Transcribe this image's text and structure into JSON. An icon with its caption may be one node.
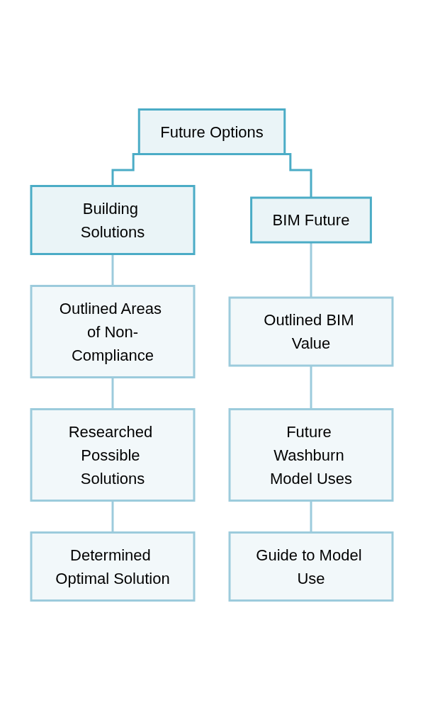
{
  "diagram": {
    "nodes": [
      {
        "text": [
          "Future Options"
        ]
      },
      {
        "text": [
          "Building Solutions"
        ]
      },
      {
        "text": [
          "BIM Future"
        ]
      },
      {
        "text": [
          "Outlined Areas of Non-Compliance"
        ]
      },
      {
        "text": [
          "Researched Possible Solutions"
        ]
      },
      {
        "text": [
          "Determined Optimal Solution"
        ]
      },
      {
        "text": [
          "Outlined BIM Value"
        ]
      },
      {
        "text": [
          "Future Washburn Model Uses"
        ]
      },
      {
        "text": [
          "Guide to Model Use"
        ]
      }
    ],
    "edges": [
      {
        "from": 0,
        "to": 1,
        "arrow": "none",
        "color": "#4bacc6"
      },
      {
        "from": 0,
        "to": 2,
        "arrow": "none",
        "color": "#4bacc6"
      },
      {
        "from": 1,
        "to": 3,
        "arrow": "none"
      },
      {
        "from": 3,
        "to": 4,
        "arrow": "none"
      },
      {
        "from": 4,
        "to": 5,
        "arrow": "none"
      },
      {
        "from": 2,
        "to": 6,
        "arrow": "none"
      },
      {
        "from": 6,
        "to": 7,
        "arrow": "none"
      },
      {
        "from": 7,
        "to": 8,
        "arrow": "none"
      }
    ]
  }
}
